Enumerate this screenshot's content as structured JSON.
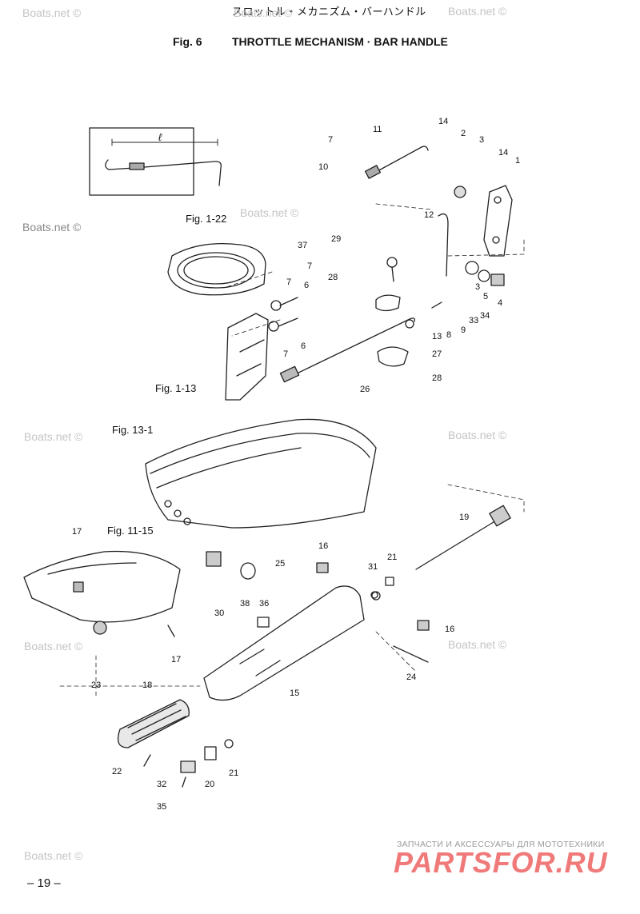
{
  "header": {
    "japanese_title": "スロットル・メカニズム・バーハンドル",
    "fig_label": "Fig. 6",
    "title": "THROTTLE MECHANISM · BAR HANDLE"
  },
  "figure_refs": [
    "Fig. 1-22",
    "Fig. 1-13",
    "Fig. 13-1",
    "Fig. 11-15"
  ],
  "inset_label": "ℓ",
  "callouts": [
    {
      "text": "11"
    },
    {
      "text": "14"
    },
    {
      "text": "7"
    },
    {
      "text": "2"
    },
    {
      "text": "3"
    },
    {
      "text": "14"
    },
    {
      "text": "1"
    },
    {
      "text": "10"
    },
    {
      "text": "12"
    },
    {
      "text": "29"
    },
    {
      "text": "37"
    },
    {
      "text": "7"
    },
    {
      "text": "6"
    },
    {
      "text": "28"
    },
    {
      "text": "7"
    },
    {
      "text": "3"
    },
    {
      "text": "5"
    },
    {
      "text": "4"
    },
    {
      "text": "34"
    },
    {
      "text": "33"
    },
    {
      "text": "9"
    },
    {
      "text": "8"
    },
    {
      "text": "13"
    },
    {
      "text": "7"
    },
    {
      "text": "6"
    },
    {
      "text": "27"
    },
    {
      "text": "28"
    },
    {
      "text": "26"
    },
    {
      "text": "19"
    },
    {
      "text": "17"
    },
    {
      "text": "16"
    },
    {
      "text": "21"
    },
    {
      "text": "25"
    },
    {
      "text": "31"
    },
    {
      "text": "30"
    },
    {
      "text": "38"
    },
    {
      "text": "36"
    },
    {
      "text": "16"
    },
    {
      "text": "23"
    },
    {
      "text": "17"
    },
    {
      "text": "15"
    },
    {
      "text": "24"
    },
    {
      "text": "18"
    },
    {
      "text": "22"
    },
    {
      "text": "32"
    },
    {
      "text": "20"
    },
    {
      "text": "21"
    },
    {
      "text": "35"
    }
  ],
  "watermarks": [
    {
      "text": "Boats.net ©"
    },
    {
      "text": "Boats.net ©"
    },
    {
      "text": "Boats.net ©"
    },
    {
      "text": "Boats.net ©"
    },
    {
      "text": "Boats.net ©"
    },
    {
      "text": "Boats.net ©"
    },
    {
      "text": "Boats.net ©"
    },
    {
      "text": "Boats.net ©"
    },
    {
      "text": "Boats.net ©"
    },
    {
      "text": "Boats.net ©"
    }
  ],
  "page_number": "– 19 –",
  "brand": {
    "tagline": "ЗАПЧАСТИ И АКСЕССУАРЫ ДЛЯ МОТОТЕХНИКИ",
    "name": "PARTSFOR.RU",
    "color": "#f07a7a"
  }
}
